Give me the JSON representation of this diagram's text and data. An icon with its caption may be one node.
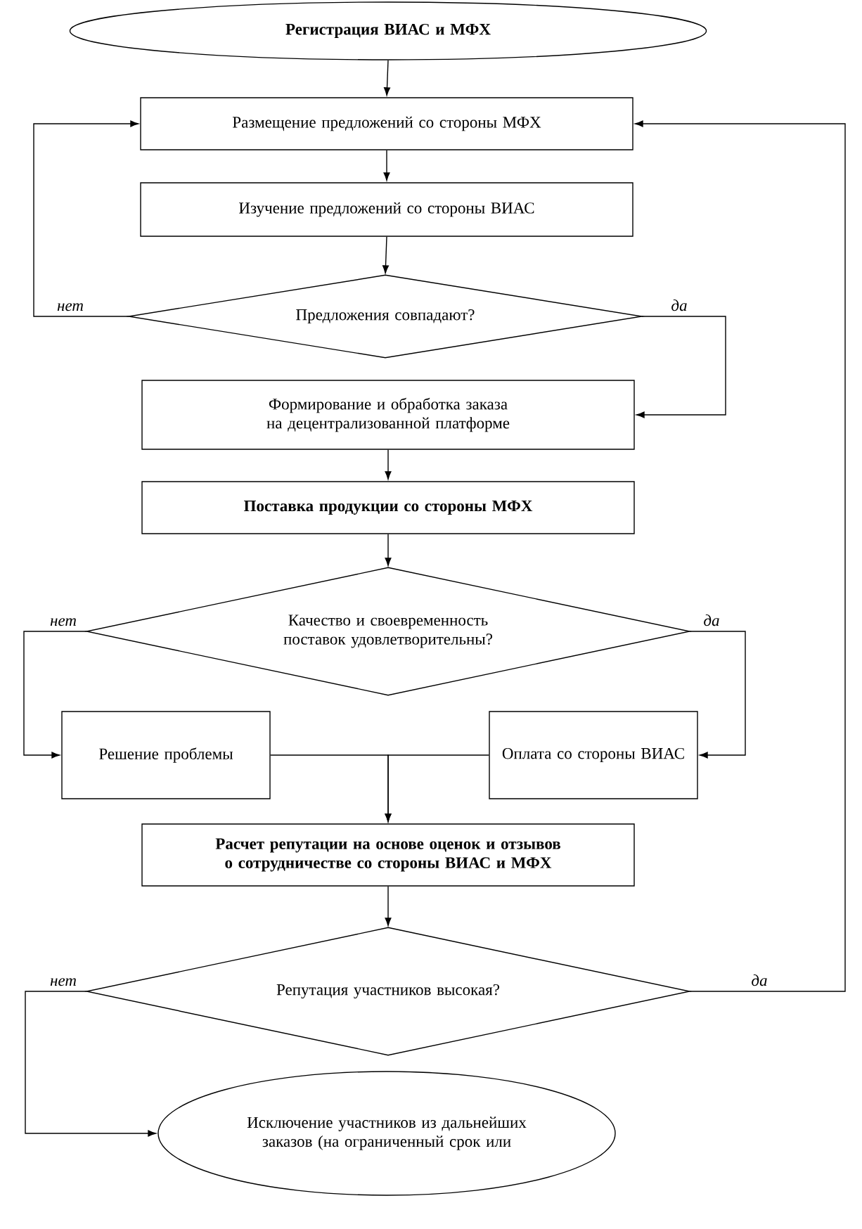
{
  "diagram": {
    "nodes": [
      {
        "text": [
          "Регистрация ВИАС и МФХ"
        ]
      },
      {
        "text": [
          "Размещение предложений со стороны МФХ"
        ]
      },
      {
        "text": [
          "Изучение предложений со стороны ВИАС"
        ]
      },
      {
        "text": [
          "Предложения совпадают?"
        ]
      },
      {
        "text": [
          "Формирование и обработка заказа на децентрализованной платформе"
        ]
      },
      {
        "text": [
          "Поставка продукции со стороны МФХ"
        ]
      },
      {
        "text": [
          "Качество и своевременность поставок удовлетворительны?"
        ]
      },
      {
        "text": [
          "Решение проблемы"
        ]
      },
      {
        "text": [
          "Оплата со стороны ВИАС"
        ]
      },
      {
        "text": [
          "Расчет репутации на основе оценок и отзывов о сотрудничестве со стороны ВИАС и МФХ"
        ]
      },
      {
        "text": [
          "Репутация участников высокая?"
        ]
      },
      {
        "text": [
          "Исключение участников из дальнейших заказов (на ограниченный срок или"
        ]
      }
    ],
    "edges": [
      {
        "from": 0,
        "to": 1,
        "arrow": "to"
      },
      {
        "from": 1,
        "to": 2,
        "arrow": "to"
      },
      {
        "from": 2,
        "to": 3,
        "arrow": "to"
      },
      {
        "from": 3,
        "to": 1,
        "arrow": "to",
        "label": "нет"
      },
      {
        "from": 3,
        "to": 4,
        "arrow": "to",
        "label": "да"
      },
      {
        "from": 4,
        "to": 5,
        "arrow": "to"
      },
      {
        "from": 5,
        "to": 6,
        "arrow": "to"
      },
      {
        "from": 6,
        "to": 7,
        "arrow": "to",
        "label": "нет"
      },
      {
        "from": 6,
        "to": 8,
        "arrow": "to",
        "label": "да"
      },
      {
        "from": 7,
        "to": 9,
        "arrow": "to"
      },
      {
        "from": 8,
        "to": 9,
        "arrow": "to"
      },
      {
        "from": 9,
        "to": 10,
        "arrow": "to"
      },
      {
        "from": 10,
        "to": 11,
        "arrow": "to",
        "label": "нет"
      },
      {
        "from": 10,
        "to": 1,
        "arrow": "to",
        "label": "да"
      }
    ]
  }
}
